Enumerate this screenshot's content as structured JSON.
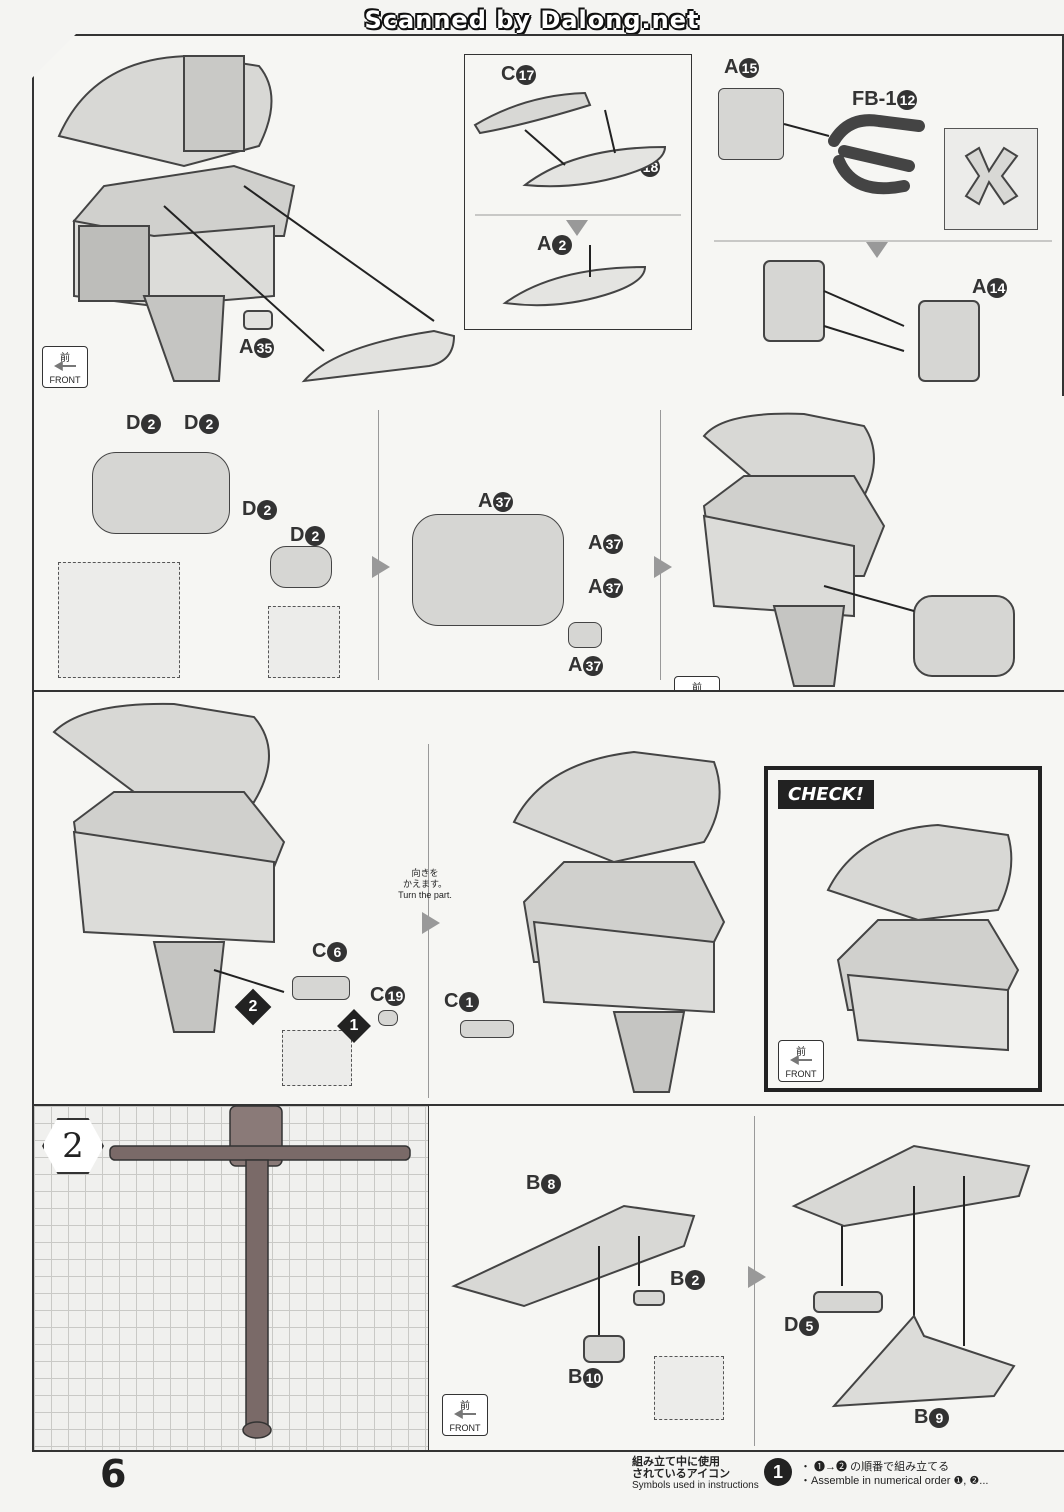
{
  "header": {
    "scan_credit": "Scanned by Dalong.net"
  },
  "front_badge": {
    "jp": "前",
    "en": "FRONT"
  },
  "panel1": {
    "labels": {
      "a35": "A",
      "a35_num": "35"
    },
    "sub1": {
      "c17": "C",
      "c17_num": "17",
      "c18": "C",
      "c18_num": "18",
      "a2": "A",
      "a2_num": "2"
    },
    "sub2": {
      "a15": "A",
      "a15_num": "15",
      "fb1": "FB-1",
      "fb1_num": "12",
      "a14": "A",
      "a14_num": "14"
    }
  },
  "panel2": {
    "d2_labels": [
      "D",
      "D",
      "D",
      "D"
    ],
    "d2_num": "2",
    "a37_labels": [
      "A",
      "A",
      "A",
      "A"
    ],
    "a37_num": "37"
  },
  "panel3": {
    "c6": "C",
    "c6_num": "6",
    "c19": "C",
    "c19_num": "19",
    "c1": "C",
    "c1_num": "1",
    "order_2": "2",
    "order_1": "1",
    "turn_jp_1": "向きを",
    "turn_jp_2": "かえます。",
    "turn_en": "Turn the part.",
    "check_title": "CHECK!"
  },
  "panel4": {
    "step_number": "2",
    "b8": "B",
    "b8_num": "8",
    "b2": "B",
    "b2_num": "2",
    "b10": "B",
    "b10_num": "10",
    "d5": "D",
    "d5_num": "5",
    "b9": "B",
    "b9_num": "9"
  },
  "footer": {
    "page_number": "6",
    "legend_jp_1": "組み立て中に使用",
    "legend_jp_2": "されているアイコン",
    "legend_en": "Symbols used in instructions",
    "legend_icon": "1",
    "legend_line1": "・ ❶→❷ の順番で組み立てる",
    "legend_line2": "・Assemble in numerical order ❶, ❷..."
  }
}
